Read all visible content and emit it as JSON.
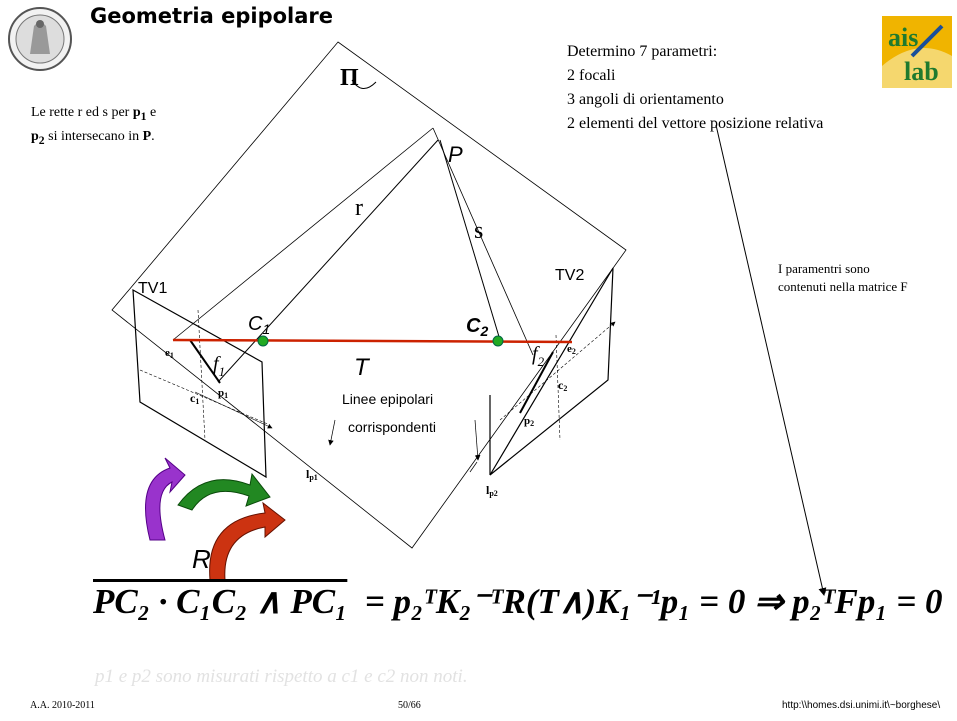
{
  "slide": {
    "title": "Geometria epipolare",
    "params_heading": "Determino 7 parametri:",
    "params": [
      "2 focali",
      "3 angoli di orientamento",
      "2 elementi del vettore posizione relativa"
    ],
    "note_left": {
      "line1_pre": "Le rette r ed s per ",
      "p": "p",
      "sub1": "1",
      "line1_post": " e",
      "sub2": "2",
      "line2_mid": " si intersecano in ",
      "P": "P",
      "line2_end": "."
    },
    "note_right": "I paramentri sono contenuti nella matrice F",
    "ghost_text": "p1 e p2 sono misurati rispetto a c1 e c2 non noti.",
    "footer": {
      "date": "A.A. 2010-2011",
      "page": "50/66",
      "url": "http:\\\\homes.dsi.unimi.it\\~borghese\\"
    }
  },
  "diagram": {
    "plane_label": "Π",
    "point_P": "P",
    "ray_r": "r",
    "ray_s": "s",
    "camera_left": "TV1",
    "camera_right": "TV2",
    "center1": "C",
    "center1_sub": "1",
    "center2": "C",
    "center2_sub": "2",
    "baseline": "T",
    "focal1": "f",
    "focal1_sub": "1",
    "focal2": "f",
    "focal2_sub": "2",
    "e1": "e",
    "e1_sub": "1",
    "e2": "e",
    "e2_sub": "2",
    "c1": "c",
    "c1_sub": "1",
    "c2": "c",
    "c2_sub": "2",
    "p1": "p",
    "p1_sub": "1",
    "p2": "p",
    "p2_sub": "2",
    "lp1": "l",
    "lp1_sub": "p1",
    "lp2": "l",
    "lp2_sub": "p2",
    "epipolar_line1": "Linee epipolari",
    "epipolar_line2": "corrispondenti",
    "rotation": "R",
    "colors": {
      "baseline": "#cc2200",
      "center": "#22aa22",
      "arrow_purple": "#9933cc",
      "arrow_green": "#228822",
      "arrow_red": "#cc3311"
    }
  },
  "equation": {
    "lhs": "PC₂ · C₁C₂ ∧ PC₁",
    "rhs": "= p₂ᵀK₂⁻ᵀR(T∧)K₁⁻¹p₁ = 0 ⇒ p₂ᵀFp₁ = 0"
  }
}
